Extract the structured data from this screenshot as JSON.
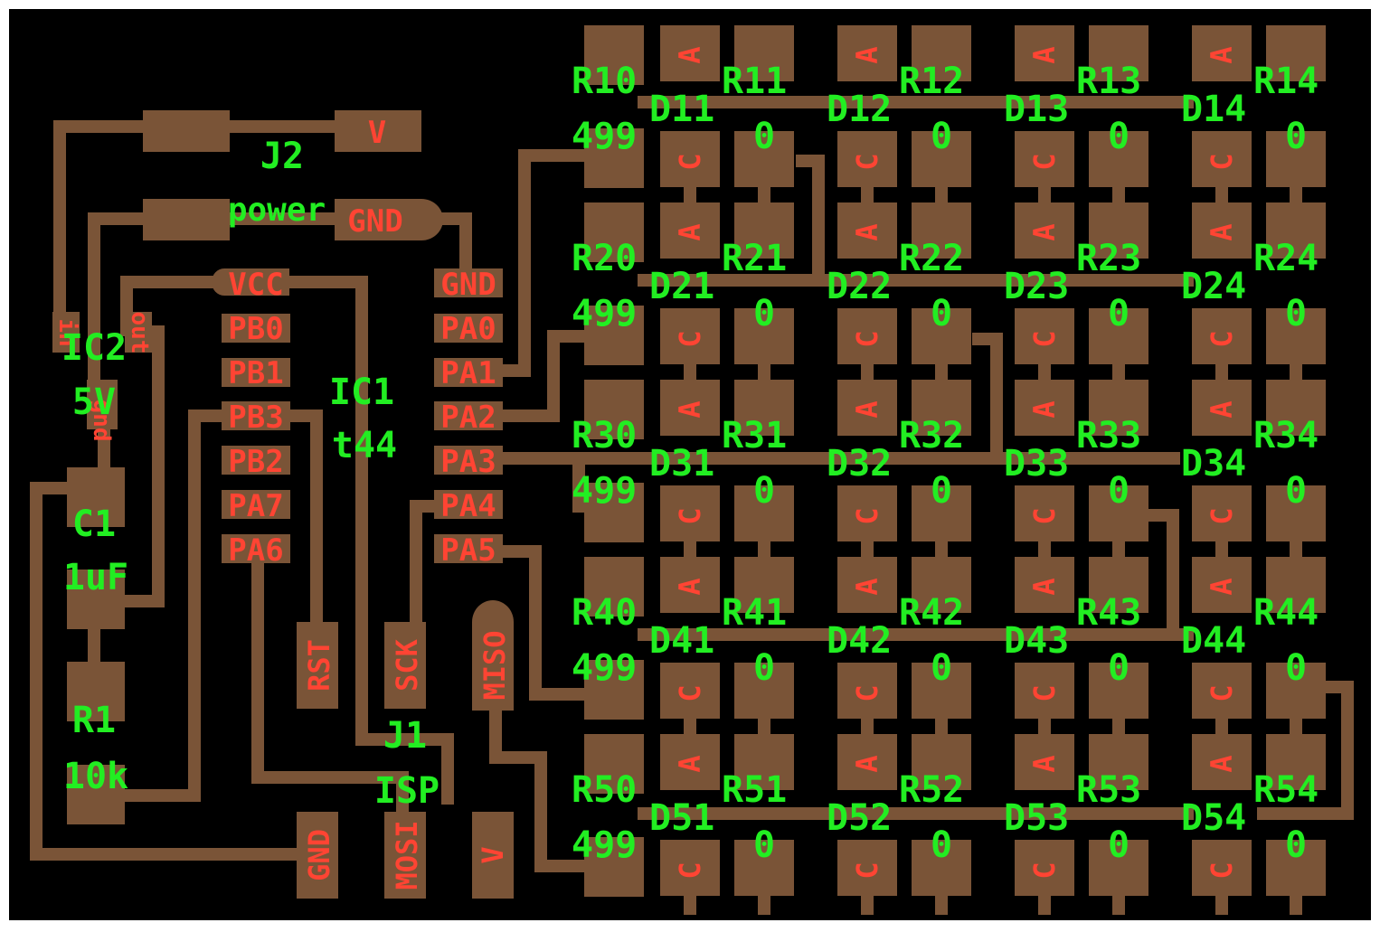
{
  "colors": {
    "board": "#000000",
    "copper": "#7a5437",
    "designator": "#22ee22",
    "pad_label": "#ff4433",
    "frame": "#ffffff"
  },
  "j2": {
    "designator": "J2",
    "value": "power",
    "pad_v": "V",
    "pad_gnd": "GND"
  },
  "ic1": {
    "designator": "IC1",
    "value": "t44",
    "left_pins": [
      "VCC",
      "PB0",
      "PB1",
      "PB3",
      "PB2",
      "PA7",
      "PA6"
    ],
    "right_pins": [
      "GND",
      "PA0",
      "PA1",
      "PA2",
      "PA3",
      "PA4",
      "PA5"
    ]
  },
  "ic2": {
    "designator": "IC2",
    "value": "5V",
    "pad_in": "in",
    "pad_out": "out",
    "pad_gnd": "gnd"
  },
  "c1": {
    "designator": "C1",
    "value": "1uF"
  },
  "r1": {
    "designator": "R1",
    "value": "10k"
  },
  "j1": {
    "designator": "J1",
    "value": "ISP",
    "pads": {
      "rst": "RST",
      "sck": "SCK",
      "miso": "MISO",
      "gnd": "GND",
      "mosi": "MOSI",
      "v": "V"
    }
  },
  "matrix": {
    "rows": [
      {
        "row_resistor": "R10",
        "row_resistor_value": "499",
        "leds": [
          "D11",
          "D12",
          "D13",
          "D14"
        ],
        "col_resistors": [
          "R11",
          "R12",
          "R13",
          "R14"
        ]
      },
      {
        "row_resistor": "R20",
        "row_resistor_value": "499",
        "leds": [
          "D21",
          "D22",
          "D23",
          "D24"
        ],
        "col_resistors": [
          "R21",
          "R22",
          "R23",
          "R24"
        ]
      },
      {
        "row_resistor": "R30",
        "row_resistor_value": "499",
        "leds": [
          "D31",
          "D32",
          "D33",
          "D34"
        ],
        "col_resistors": [
          "R31",
          "R32",
          "R33",
          "R34"
        ]
      },
      {
        "row_resistor": "R40",
        "row_resistor_value": "499",
        "leds": [
          "D41",
          "D42",
          "D43",
          "D44"
        ],
        "col_resistors": [
          "R41",
          "R42",
          "R43",
          "R44"
        ]
      },
      {
        "row_resistor": "R50",
        "row_resistor_value": "499",
        "leds": [
          "D51",
          "D52",
          "D53",
          "D54"
        ],
        "col_resistors": [
          "R51",
          "R52",
          "R53",
          "R54"
        ]
      }
    ],
    "col_resistor_value": "0",
    "anode_label": "A",
    "cathode_label": "C"
  }
}
